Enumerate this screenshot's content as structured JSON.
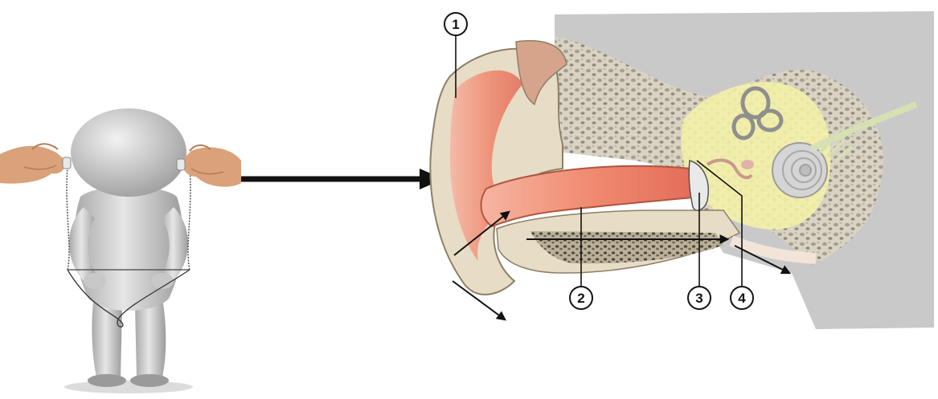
{
  "diagram": {
    "callouts": [
      {
        "id": "1",
        "label": "1"
      },
      {
        "id": "2",
        "label": "2"
      },
      {
        "id": "3",
        "label": "3"
      },
      {
        "id": "4",
        "label": "4"
      }
    ]
  },
  "colors": {
    "background": "#ffffff",
    "skull_gray": "#c9c9c9",
    "canal_pink": "#f08a70",
    "cartilage_beige": "#e7dcc6",
    "inner_ear_yellow": "#f3f0a8",
    "outline": "#1a1a1a"
  },
  "icons": {
    "figure": "figure-with-string-telephone-icon",
    "hand": "hand-icon",
    "main_arrow": "arrow-right-icon",
    "cochlea": "cochlea-icon"
  }
}
